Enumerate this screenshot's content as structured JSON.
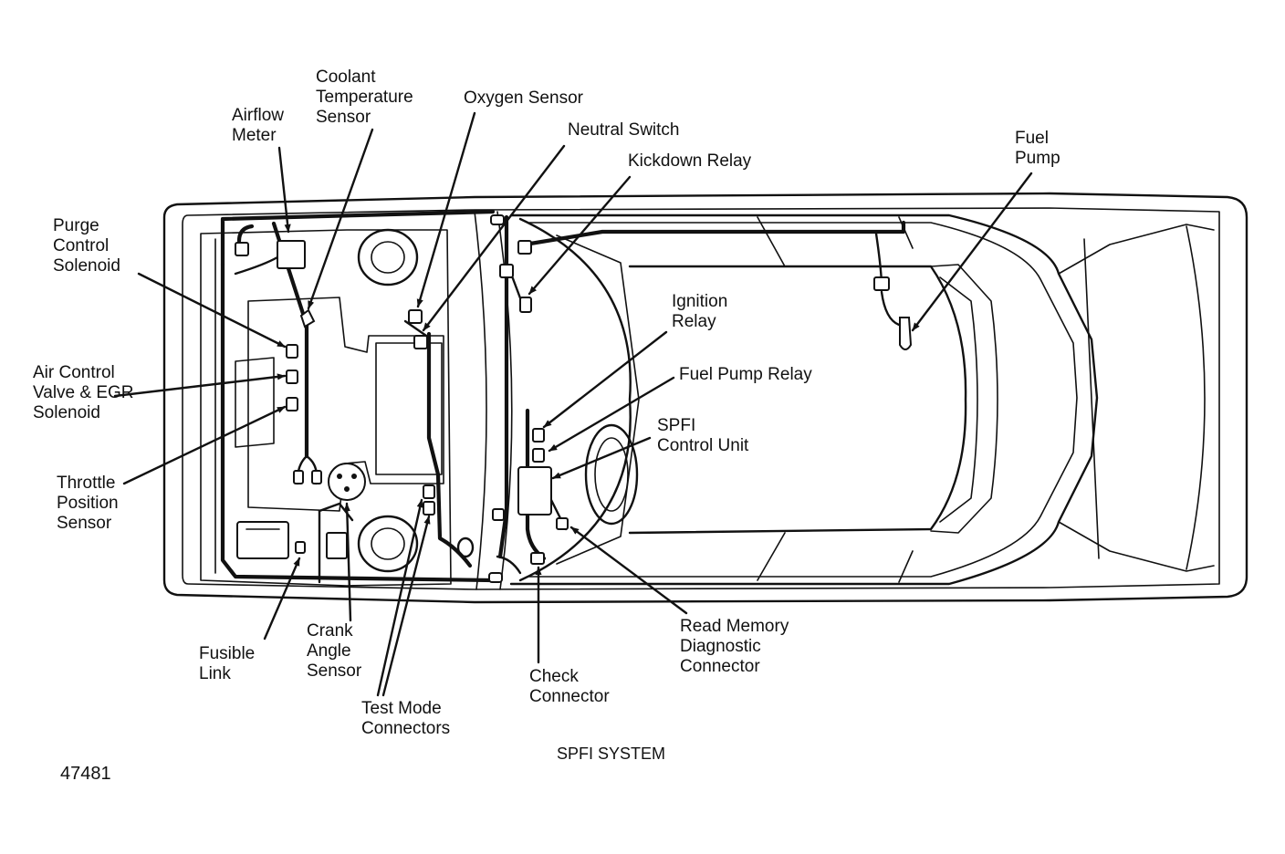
{
  "diagram": {
    "caption": "SPFI SYSTEM",
    "figure_number": "47481",
    "labels": {
      "airflow_meter": [
        "Airflow",
        "Meter"
      ],
      "coolant_temperature_sensor": [
        "Coolant",
        "Temperature",
        "Sensor"
      ],
      "oxygen_sensor": [
        "Oxygen Sensor"
      ],
      "neutral_switch": [
        "Neutral Switch"
      ],
      "kickdown_relay": [
        "Kickdown Relay"
      ],
      "fuel_pump": [
        "Fuel",
        "Pump"
      ],
      "purge_control_solenoid": [
        "Purge",
        "Control",
        "Solenoid"
      ],
      "air_control_valve_egr_solenoid": [
        "Air Control",
        "Valve & EGR",
        "Solenoid"
      ],
      "throttle_position_sensor": [
        "Throttle",
        "Position",
        "Sensor"
      ],
      "ignition_relay": [
        "Ignition",
        "Relay"
      ],
      "fuel_pump_relay": [
        "Fuel Pump Relay"
      ],
      "spfi_control_unit": [
        "SPFI",
        "Control Unit"
      ],
      "fusible_link": [
        "Fusible",
        "Link"
      ],
      "crank_angle_sensor": [
        "Crank",
        "Angle",
        "Sensor"
      ],
      "test_mode_connectors": [
        "Test Mode",
        "Connectors"
      ],
      "check_connector": [
        "Check",
        "Connector"
      ],
      "read_memory_diagnostic_connector": [
        "Read Memory",
        "Diagnostic",
        "Connector"
      ]
    }
  }
}
